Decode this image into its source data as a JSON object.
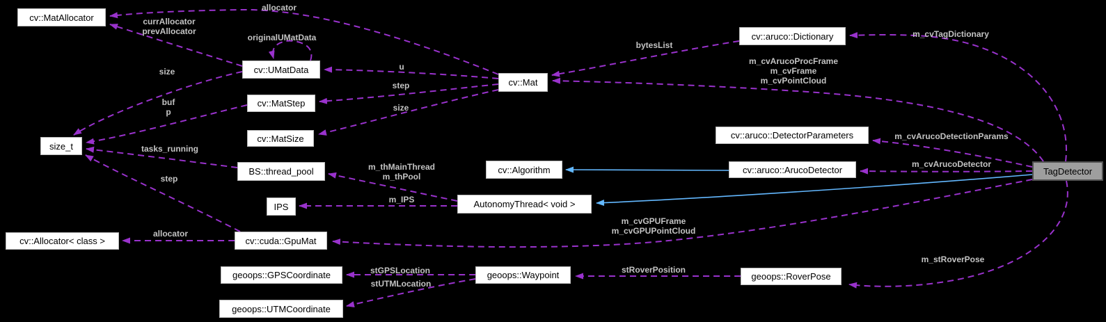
{
  "diagram": {
    "type": "collaboration-graph",
    "colors": {
      "background": "#000000",
      "dashed_edge": "#9932CC",
      "solid_edge": "#63B8FF",
      "node_fill": "#ffffff",
      "node_border": "#b9b9b9",
      "highlight_node_fill": "#9e9e9e",
      "highlight_node_border": "#525252",
      "node_text": "#000000",
      "edge_label_text": "#c3c3c3"
    },
    "nodes": [
      {
        "id": "mat_allocator",
        "label": "cv::MatAllocator"
      },
      {
        "id": "umat_data",
        "label": "cv::UMatData"
      },
      {
        "id": "mat",
        "label": "cv::Mat"
      },
      {
        "id": "dictionary",
        "label": "cv::aruco::Dictionary"
      },
      {
        "id": "mat_step",
        "label": "cv::MatStep"
      },
      {
        "id": "mat_size",
        "label": "cv::MatSize"
      },
      {
        "id": "size_t",
        "label": "size_t"
      },
      {
        "id": "detector_parameters",
        "label": "cv::aruco::DetectorParameters"
      },
      {
        "id": "thread_pool",
        "label": "BS::thread_pool"
      },
      {
        "id": "algorithm",
        "label": "cv::Algorithm"
      },
      {
        "id": "aruco_detector",
        "label": "cv::aruco::ArucoDetector"
      },
      {
        "id": "tag_detector",
        "label": "TagDetector",
        "highlighted": true
      },
      {
        "id": "ips",
        "label": "IPS"
      },
      {
        "id": "autonomy_thread",
        "label": "AutonomyThread< void >"
      },
      {
        "id": "allocator_class",
        "label": "cv::Allocator< class >"
      },
      {
        "id": "gpu_mat",
        "label": "cv::cuda::GpuMat"
      },
      {
        "id": "gps_coordinate",
        "label": "geoops::GPSCoordinate"
      },
      {
        "id": "waypoint",
        "label": "geoops::Waypoint"
      },
      {
        "id": "rover_pose",
        "label": "geoops::RoverPose"
      },
      {
        "id": "utm_coordinate",
        "label": "geoops::UTMCoordinate"
      }
    ],
    "edges": [
      {
        "from": "mat",
        "to": "mat_allocator",
        "style": "dashed",
        "label": "allocator"
      },
      {
        "from": "umat_data",
        "to": "mat_allocator",
        "style": "dashed",
        "label": "currAllocator\nprevAllocator"
      },
      {
        "from": "umat_data",
        "to": "umat_data",
        "style": "dashed",
        "label": "originalUMatData"
      },
      {
        "from": "umat_data",
        "to": "size_t",
        "style": "dashed",
        "label": "size"
      },
      {
        "from": "mat",
        "to": "umat_data",
        "style": "dashed",
        "label": "u"
      },
      {
        "from": "mat",
        "to": "mat_step",
        "style": "dashed",
        "label": "step"
      },
      {
        "from": "mat",
        "to": "mat_size",
        "style": "dashed",
        "label": "size"
      },
      {
        "from": "mat_step",
        "to": "size_t",
        "style": "dashed",
        "label": "buf\np"
      },
      {
        "from": "thread_pool",
        "to": "size_t",
        "style": "dashed",
        "label": "tasks_running"
      },
      {
        "from": "gpu_mat",
        "to": "size_t",
        "style": "dashed",
        "label": "step"
      },
      {
        "from": "dictionary",
        "to": "mat",
        "style": "dashed",
        "label": "bytesList"
      },
      {
        "from": "tag_detector",
        "to": "dictionary",
        "style": "dashed",
        "label": "m_cvTagDictionary"
      },
      {
        "from": "tag_detector",
        "to": "mat",
        "style": "dashed",
        "label": "m_cvArucoProcFrame\nm_cvFrame\nm_cvPointCloud"
      },
      {
        "from": "tag_detector",
        "to": "detector_parameters",
        "style": "dashed",
        "label": "m_cvArucoDetectionParams"
      },
      {
        "from": "tag_detector",
        "to": "aruco_detector",
        "style": "dashed",
        "label": "m_cvArucoDetector"
      },
      {
        "from": "aruco_detector",
        "to": "algorithm",
        "style": "solid",
        "label": ""
      },
      {
        "from": "tag_detector",
        "to": "autonomy_thread",
        "style": "solid",
        "label": ""
      },
      {
        "from": "autonomy_thread",
        "to": "thread_pool",
        "style": "dashed",
        "label": "m_thMainThread\nm_thPool"
      },
      {
        "from": "autonomy_thread",
        "to": "ips",
        "style": "dashed",
        "label": "m_IPS"
      },
      {
        "from": "tag_detector",
        "to": "gpu_mat",
        "style": "dashed",
        "label": "m_cvGPUFrame\nm_cvGPUPointCloud"
      },
      {
        "from": "gpu_mat",
        "to": "allocator_class",
        "style": "dashed",
        "label": "allocator"
      },
      {
        "from": "waypoint",
        "to": "gps_coordinate",
        "style": "dashed",
        "label": "stGPSLocation"
      },
      {
        "from": "waypoint",
        "to": "utm_coordinate",
        "style": "dashed",
        "label": "stUTMLocation"
      },
      {
        "from": "rover_pose",
        "to": "waypoint",
        "style": "dashed",
        "label": "stRoverPosition"
      },
      {
        "from": "tag_detector",
        "to": "rover_pose",
        "style": "dashed",
        "label": "m_stRoverPose"
      }
    ]
  }
}
